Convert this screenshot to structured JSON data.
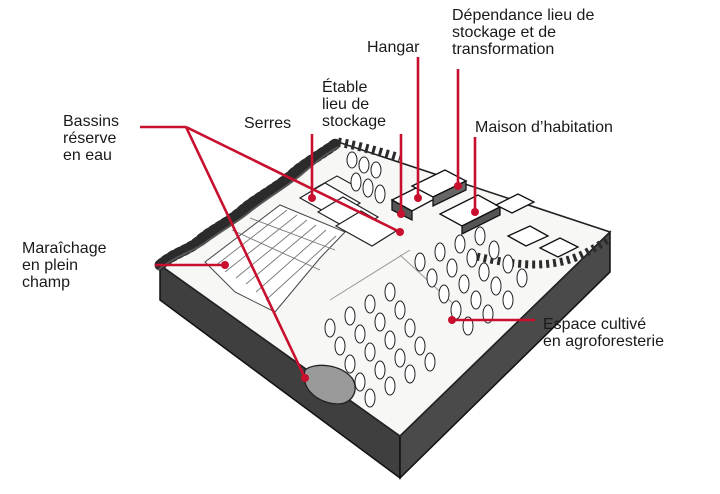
{
  "colors": {
    "accent": "#c8102e",
    "ink": "#1a1a1a",
    "soil": "#3f3f3f",
    "ground": "#f7f7f5",
    "water": "#9a9a9a"
  },
  "labels": {
    "dependance": "Dépendance lieu de\nstockage et de\ntransformation",
    "hangar": "Hangar",
    "etable": "Étable\nlieu de\nstockage",
    "serres": "Serres",
    "maison": "Maison d’habitation",
    "bassins": "Bassins\nréserve\nen eau",
    "maraichage": "Maraîchage\nen plein\nchamp",
    "agroforesterie": "Espace cultivé\nen agroforesterie"
  }
}
